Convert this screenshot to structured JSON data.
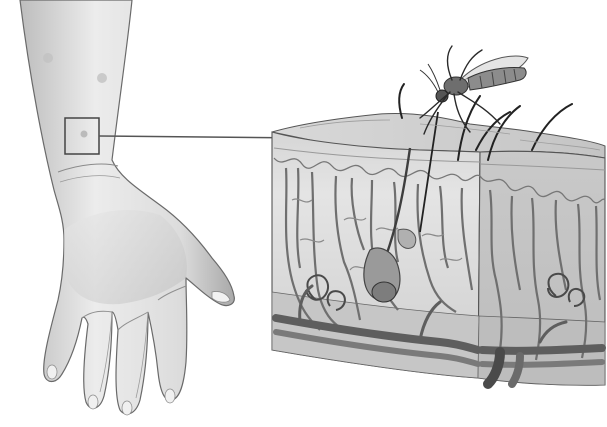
{
  "figure": {
    "subject": "",
    "colors": {
      "background": "#ffffff",
      "skin_light": "#ececec",
      "skin_mid": "#cfcfcf",
      "skin_shadow": "#9a9a9a",
      "outline": "#4a4a4a",
      "vessel": "#6f6f6f",
      "vessel_dark": "#3e3e3e",
      "connector": "#555555"
    },
    "icons": [
      "hand-illustration",
      "skin-block-illustration",
      "mosquito-illustration"
    ]
  }
}
